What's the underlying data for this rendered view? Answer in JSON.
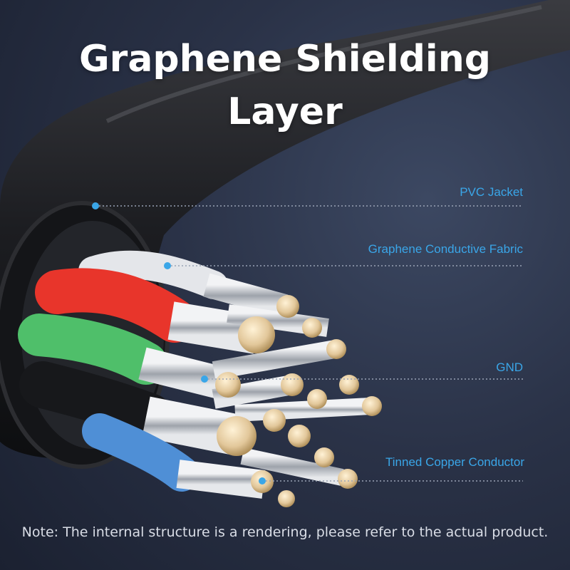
{
  "title": {
    "line1": "Graphene Shielding",
    "line2": "Layer"
  },
  "callouts": [
    {
      "label": "PVC Jacket"
    },
    {
      "label": "Graphene Conductive Fabric"
    },
    {
      "label": "GND"
    },
    {
      "label": "Tinned Copper Conductor"
    }
  ],
  "note": "Note: The internal structure is a rendering, please refer to the actual product.",
  "colors": {
    "callout": "#3aa6e8",
    "jacket": "#1c1d21",
    "wire_white": "#e4e6ea",
    "wire_red": "#e8352b",
    "wire_green": "#4fbf6a",
    "wire_black": "#17181b",
    "wire_blue": "#4f8fd6",
    "copper": "#e2c79a"
  }
}
